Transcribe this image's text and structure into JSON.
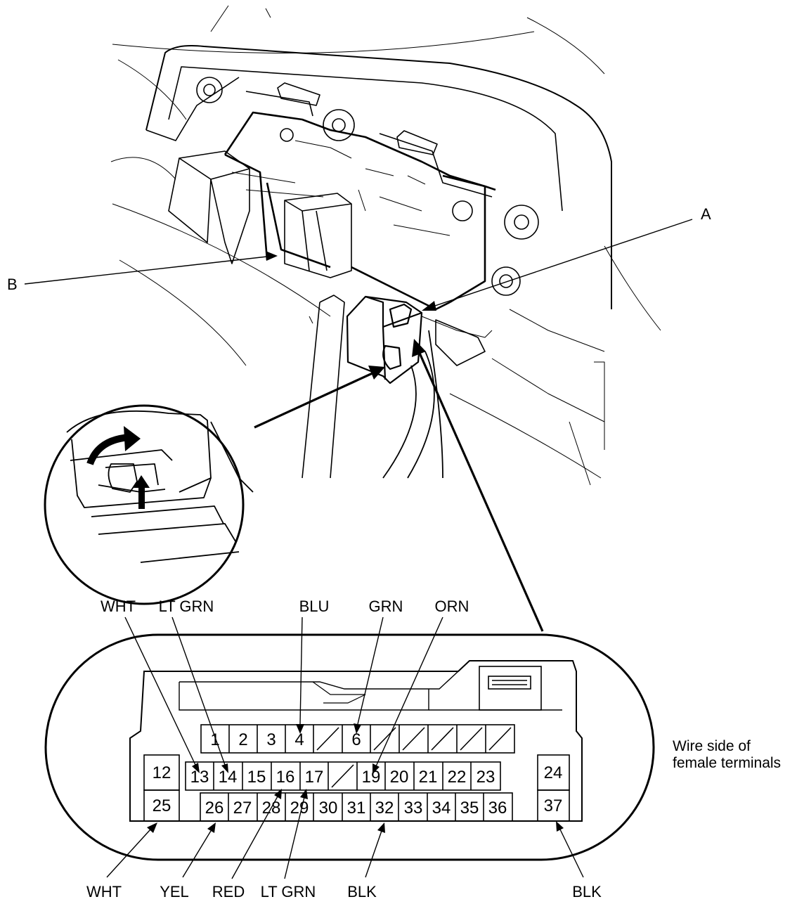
{
  "callouts": {
    "part_a": "A",
    "part_b": "B"
  },
  "connector": {
    "note_line1": "Wire side of",
    "note_line2": "female terminals",
    "row1": [
      "1",
      "2",
      "3",
      "4",
      "",
      "6",
      "",
      "",
      "",
      "",
      ""
    ],
    "row2_left": "12",
    "row2": [
      "13",
      "14",
      "15",
      "16",
      "17",
      "",
      "19",
      "20",
      "21",
      "22",
      "23"
    ],
    "row2_right": "24",
    "row3_left": "25",
    "row3": [
      "26",
      "27",
      "28",
      "29",
      "30",
      "31",
      "32",
      "33",
      "34",
      "35",
      "36"
    ],
    "row3_right": "37"
  },
  "wire_labels": {
    "top": [
      "WHT",
      "LT GRN",
      "BLU",
      "GRN",
      "ORN"
    ],
    "bottom": [
      "WHT",
      "YEL",
      "RED",
      "LT GRN",
      "BLK",
      "BLK"
    ]
  }
}
